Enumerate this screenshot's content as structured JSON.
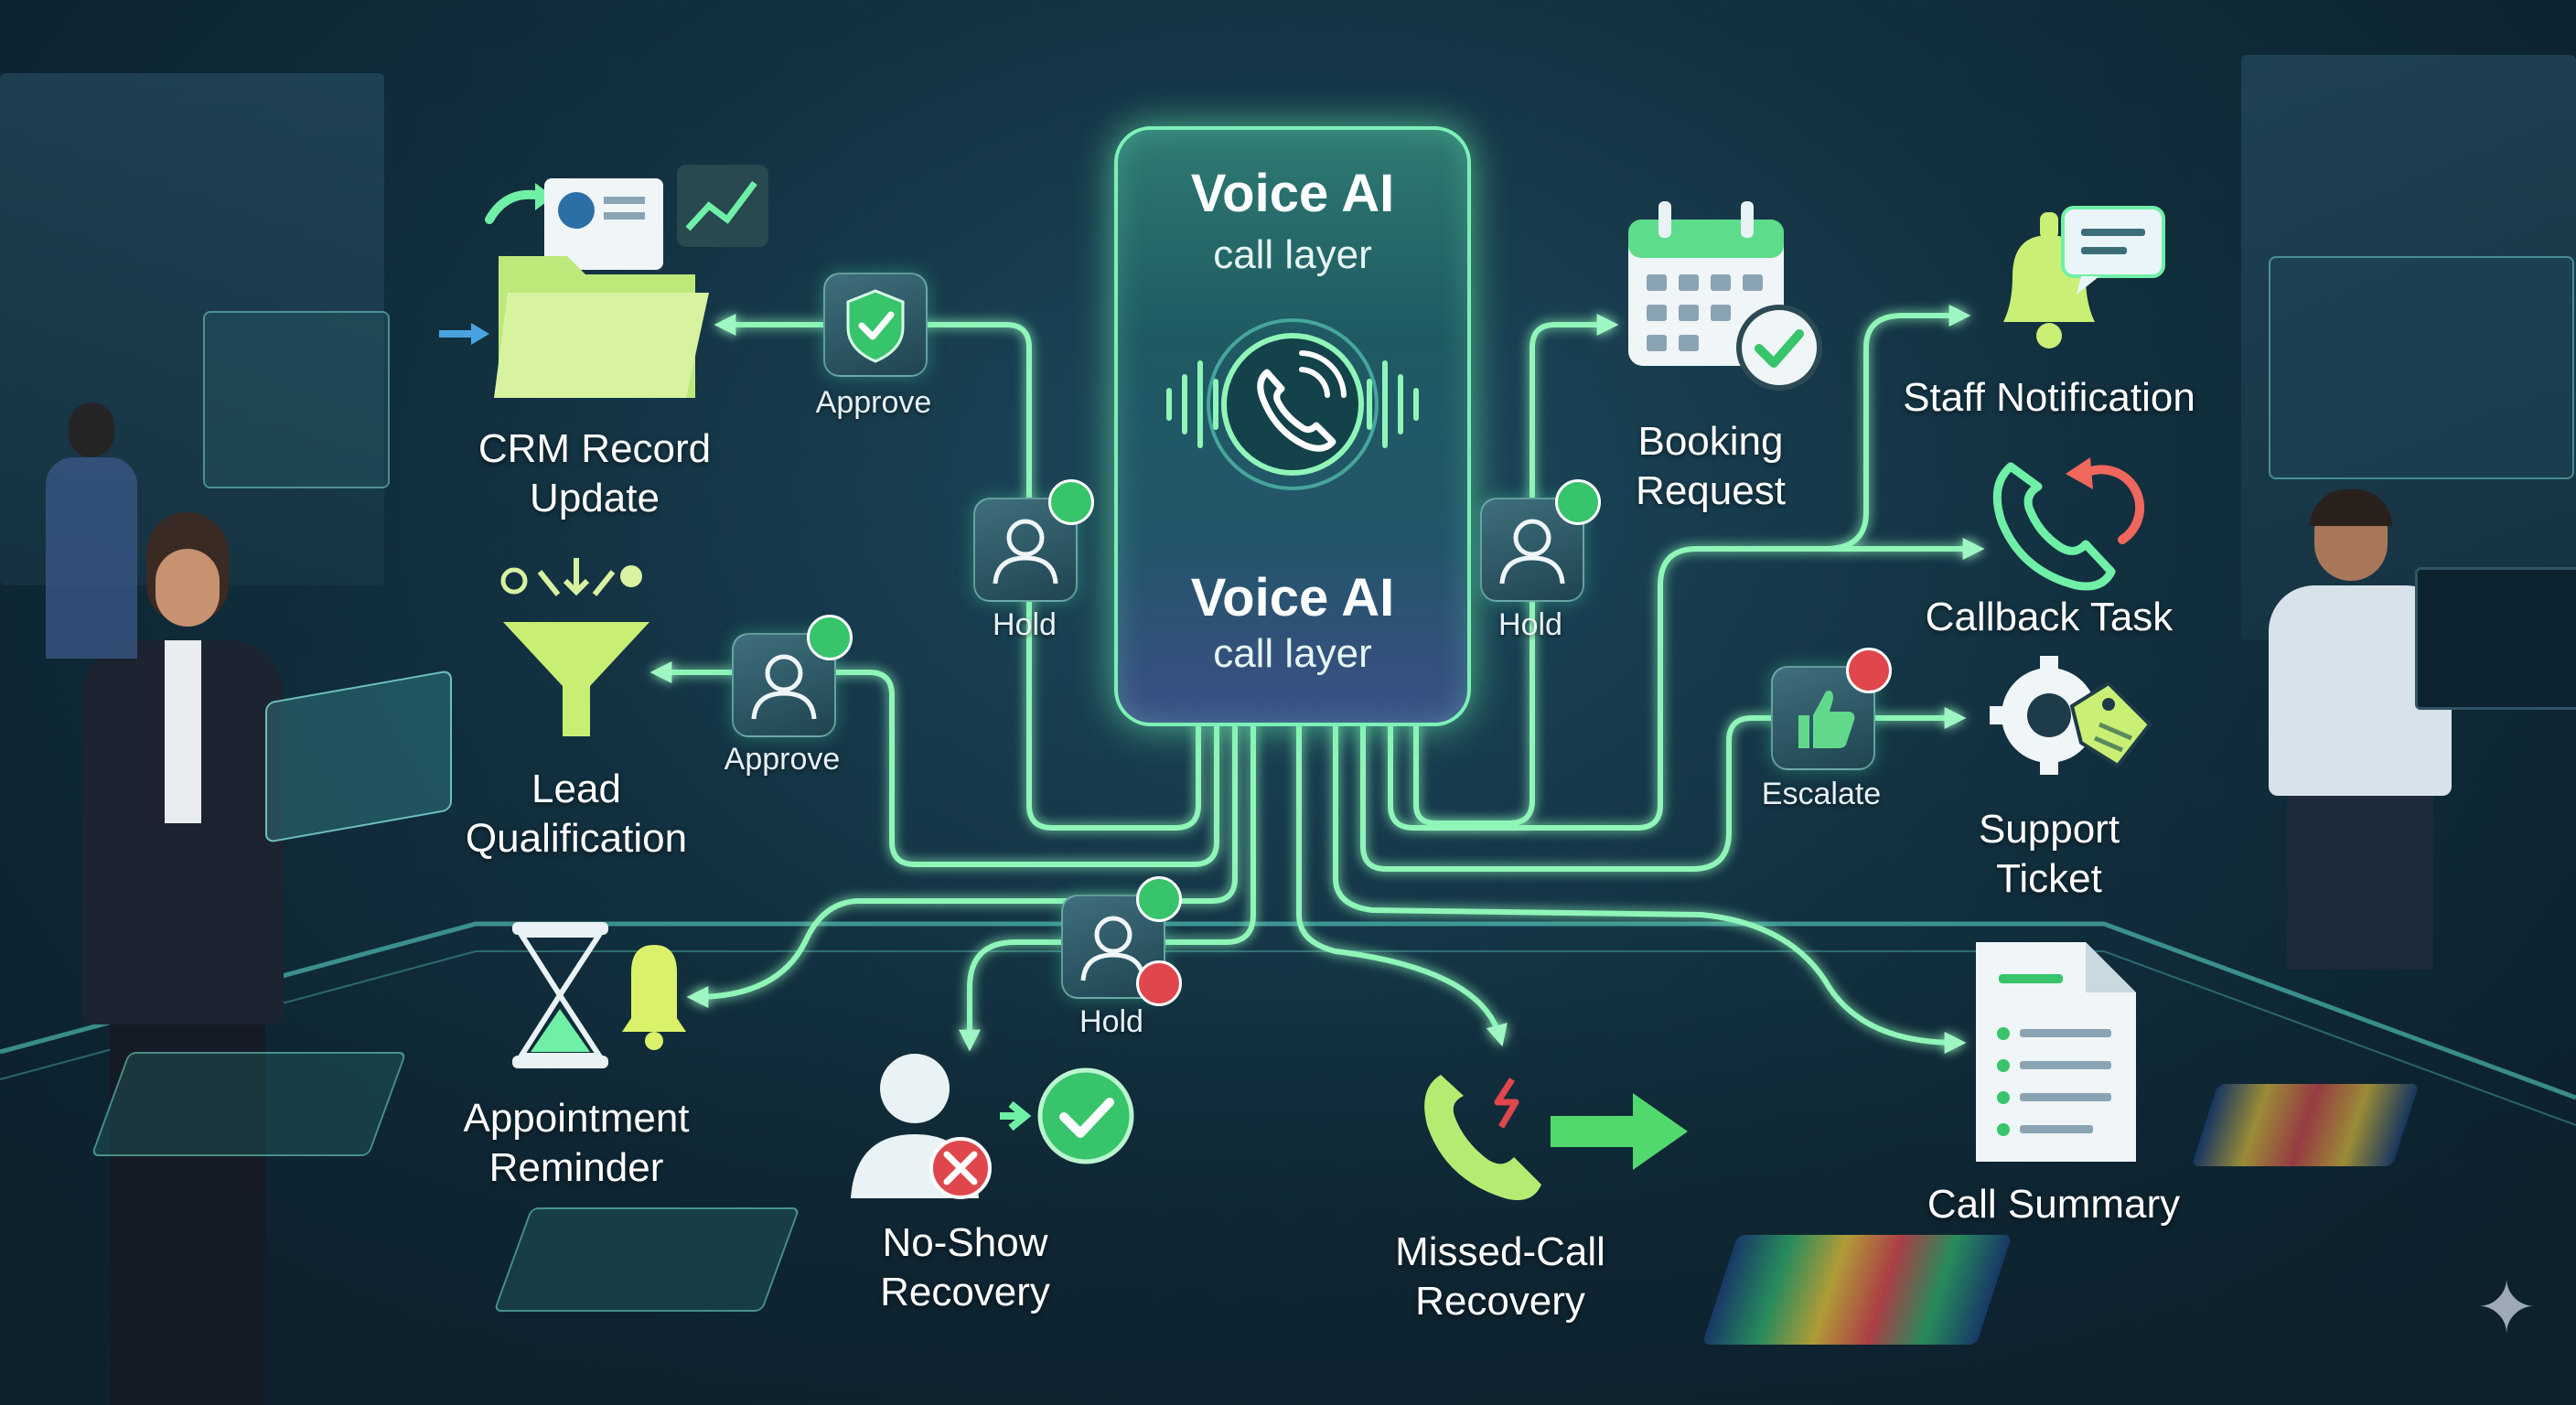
{
  "hub": {
    "title_top": "Voice AI",
    "subtitle_top": "call layer",
    "title_bottom": "Voice AI",
    "subtitle_bottom": "call layer"
  },
  "outputs": {
    "crm": "CRM Record\nUpdate",
    "lead": "Lead\nQualification",
    "appointment": "Appointment\nReminder",
    "noshow": "No-Show\nRecovery",
    "missed": "Missed-Call\nRecovery",
    "booking": "Booking\nRequest",
    "staff": "Staff Notification",
    "callback": "Callback Task",
    "support": "Support\nTicket",
    "summary": "Call Summary"
  },
  "gates": {
    "approve_top": "Approve",
    "approve_mid": "Approve",
    "hold_left": "Hold",
    "hold_right": "Hold",
    "hold_bottom": "Hold",
    "escalate": "Escalate"
  },
  "colors": {
    "flow_line": "#8ff5b8",
    "hub_border": "#7df0b6",
    "approve": "#37c46b",
    "reject": "#e0474c"
  }
}
